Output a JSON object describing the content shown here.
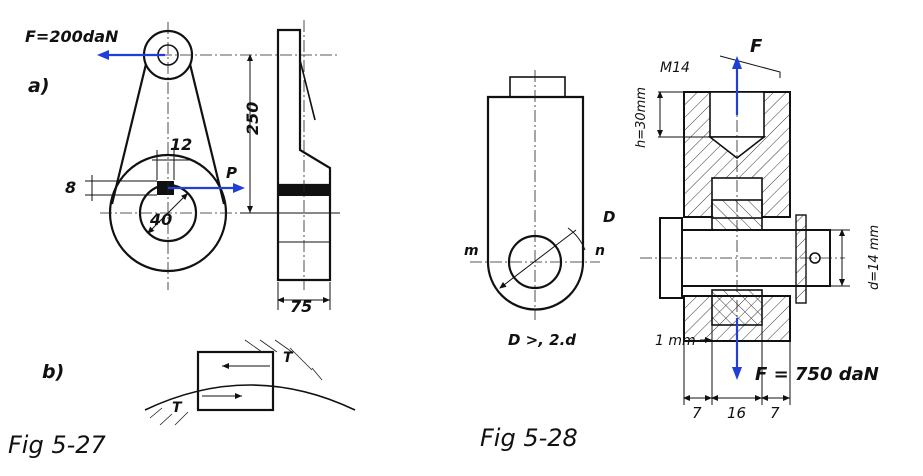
{
  "fig27": {
    "caption": "Fig 5-27",
    "part_a": "a)",
    "part_b": "b)",
    "force": "F=200daN",
    "dim_height": "250",
    "dim_slot_width": "12",
    "dim_slot_depth": "8",
    "dim_bore": "40",
    "dim_width": "75",
    "load": "P",
    "friction_top": "T",
    "friction_bottom": "T"
  },
  "fig28": {
    "caption": "Fig 5-28",
    "force_up": "F",
    "thread": "M14",
    "thread_depth": "h=30mm",
    "dia_label": "D",
    "pin_dia": "d=14 mm",
    "left_mark": "m",
    "right_mark": "n",
    "rule": "D >, 2.d",
    "clearance": "1 mm",
    "force_down": "F = 750 daN",
    "dim_left": "7",
    "dim_mid": "16",
    "dim_right": "7"
  },
  "colors": {
    "arrow": "#1f3fd6",
    "ink": "#111111"
  }
}
